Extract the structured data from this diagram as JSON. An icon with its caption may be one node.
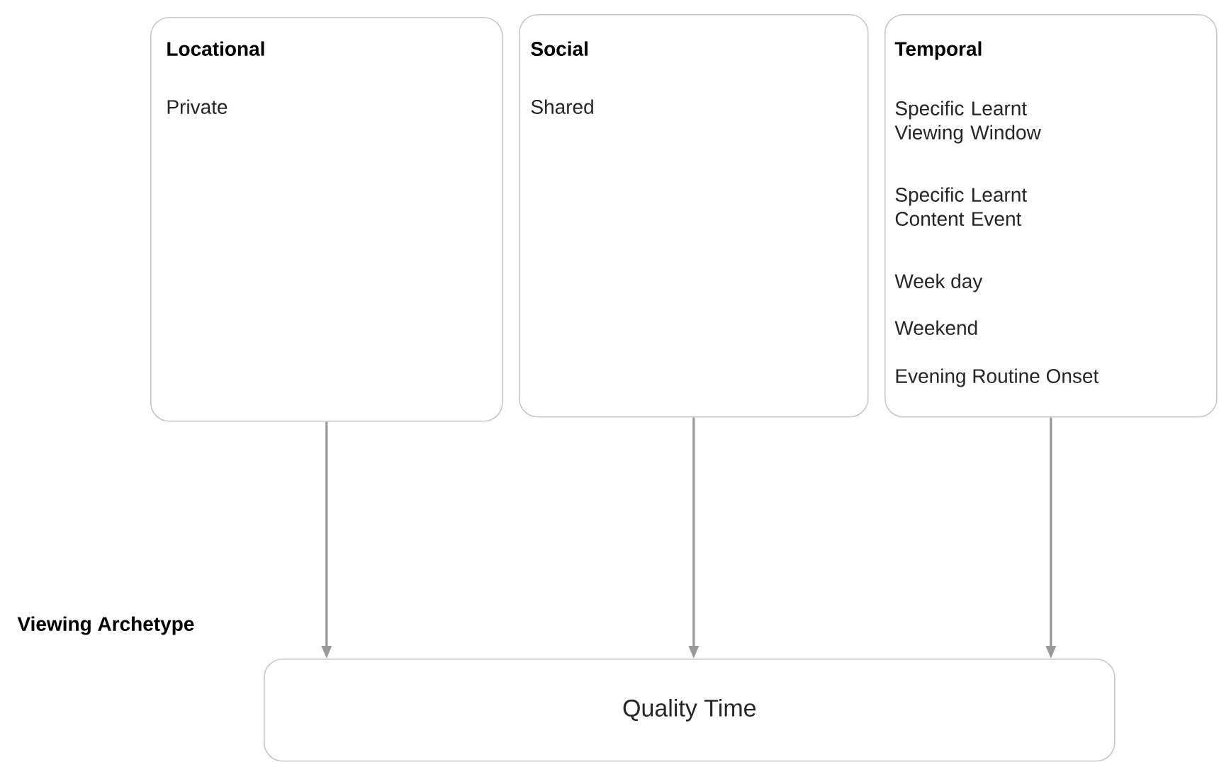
{
  "diagram": {
    "nodes": [
      {
        "text": [
          "Locational",
          "Private"
        ]
      },
      {
        "text": [
          "Social",
          "Shared"
        ]
      },
      {
        "text": [
          "Temporal",
          "Specific Learnt Viewing Window",
          "Specific Learnt Content Event",
          "Week day",
          "Weekend",
          "Evening Routine Onset"
        ]
      },
      {
        "text": [
          "Quality Time"
        ]
      }
    ],
    "edges": [
      {
        "from": 0,
        "to": 3,
        "arrow": "to"
      },
      {
        "from": 1,
        "to": 3,
        "arrow": "to"
      },
      {
        "from": 2,
        "to": 3,
        "arrow": "to"
      }
    ],
    "labels": [
      "Viewing Archetype"
    ]
  }
}
